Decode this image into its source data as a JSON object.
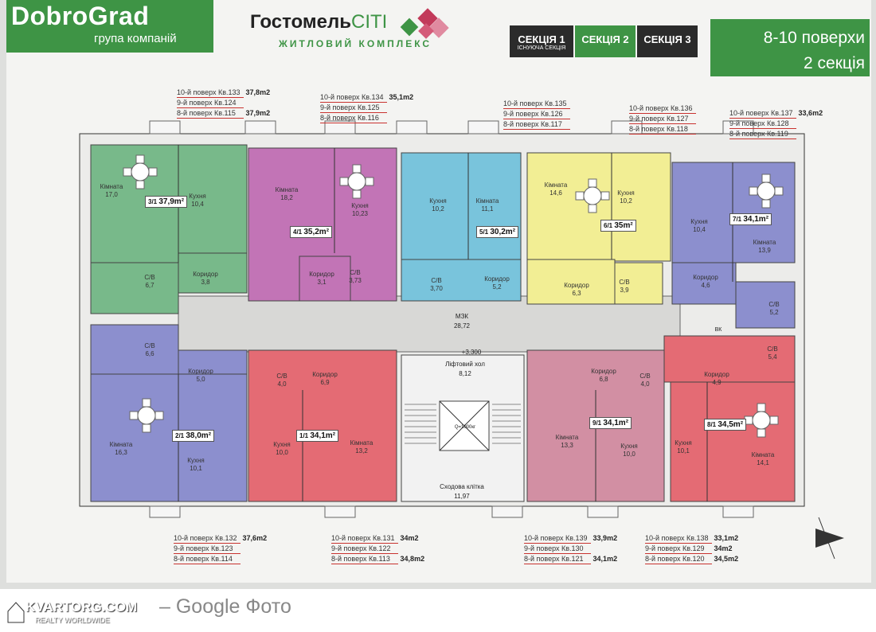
{
  "header": {
    "brand_name": "DobroGrad",
    "brand_sub": "група компаній",
    "project_name_a": "Гостомель",
    "project_name_b": "CITI",
    "project_sub": "ЖИТЛОВИЙ КОМПЛЕКС",
    "sections": [
      {
        "label": "СЕКЦІЯ 1",
        "sub": "ІСНУЮЧА СЕКЦІЯ",
        "color": "#2b2b2b"
      },
      {
        "label": "СЕКЦІЯ 2",
        "sub": "",
        "color": "#3e9445"
      },
      {
        "label": "СЕКЦІЯ 3",
        "sub": "",
        "color": "#2b2b2b"
      }
    ],
    "floors_line1": "8-10 поверхи",
    "floors_line2": "2 секція"
  },
  "colors": {
    "green": "#78b98a",
    "magenta": "#c274b6",
    "blue": "#79c4dc",
    "yellow": "#f2ee94",
    "purple": "#8c8fce",
    "red": "#e46b74",
    "pink": "#d28fa3",
    "corridor": "#d8d8d6",
    "accent": "#3e9445",
    "label_line": "#c9322f"
  },
  "apartment_labels": [
    {
      "lines": [
        "10-й поверх Кв.133",
        "9-й поверх Кв.124",
        "8-й поверх Кв.115"
      ],
      "areas": [
        "37,8m2",
        "",
        "37,9m2"
      ]
    },
    {
      "lines": [
        "10-й поверх Кв.134",
        "9-й поверх Кв.125",
        "8-й поверх Кв.116"
      ],
      "areas": [
        "35,1m2",
        "",
        ""
      ]
    },
    {
      "lines": [
        "10-й поверх Кв.135",
        "9-й поверх Кв.126",
        "8-й поверх Кв.117"
      ],
      "areas": [
        "",
        "",
        ""
      ]
    },
    {
      "lines": [
        "10-й поверх Кв.136",
        "9-й поверх Кв.127",
        "8-й поверх Кв.118"
      ],
      "areas": [
        "",
        "",
        ""
      ]
    },
    {
      "lines": [
        "10-й поверх Кв.137",
        "9-й поверх Кв.128",
        "8-й поверх Кв.119"
      ],
      "areas": [
        "33,6m2",
        "",
        ""
      ]
    },
    {
      "lines": [
        "10-й поверх Кв.132",
        "9-й поверх Кв.123",
        "8-й поверх Кв.114"
      ],
      "areas": [
        "37,6m2",
        "",
        ""
      ]
    },
    {
      "lines": [
        "10-й поверх Кв.131",
        "9-й поверх Кв.122",
        "8-й поверх Кв.113"
      ],
      "areas": [
        "34m2",
        "",
        "34,8m2"
      ]
    },
    {
      "lines": [
        "10-й поверх Кв.139",
        "9-й поверх Кв.130",
        "8-й поверх Кв.121"
      ],
      "areas": [
        "33,9m2",
        "",
        "34,1m2"
      ]
    },
    {
      "lines": [
        "10-й поверх Кв.138",
        "9-й поверх Кв.129",
        "8-й поверх Кв.120"
      ],
      "areas": [
        "33,1m2",
        "34m2",
        "34,5m2"
      ]
    }
  ],
  "rooms": [
    {
      "t": "Кімната",
      "v": "17,0"
    },
    {
      "t": "Кухня",
      "v": "10,4"
    },
    {
      "t": "С/В",
      "v": "6,7"
    },
    {
      "t": "Коридор",
      "v": "3,8"
    },
    {
      "t": "Кімната",
      "v": "18,2"
    },
    {
      "t": "Кухня",
      "v": "10,23"
    },
    {
      "t": "Коридор",
      "v": "3,1"
    },
    {
      "t": "С/В",
      "v": "3,73"
    },
    {
      "t": "Кухня",
      "v": "10,2"
    },
    {
      "t": "Кімната",
      "v": "11,1"
    },
    {
      "t": "С/В",
      "v": "3,70"
    },
    {
      "t": "Коридор",
      "v": "5,2"
    },
    {
      "t": "Кімната",
      "v": "14,6"
    },
    {
      "t": "Кухня",
      "v": "10,2"
    },
    {
      "t": "Коридор",
      "v": "6,3"
    },
    {
      "t": "С/В",
      "v": "3,9"
    },
    {
      "t": "Кухня",
      "v": "10,4"
    },
    {
      "t": "Кімната",
      "v": "13,9"
    },
    {
      "t": "Коридор",
      "v": "4,6"
    },
    {
      "t": "С/В",
      "v": "5,2"
    },
    {
      "t": "С/В",
      "v": "6,6"
    },
    {
      "t": "Коридор",
      "v": "5,0"
    },
    {
      "t": "Кімната",
      "v": "16,3"
    },
    {
      "t": "Кухня",
      "v": "10,1"
    },
    {
      "t": "С/В",
      "v": "4,0"
    },
    {
      "t": "Коридор",
      "v": "6,9"
    },
    {
      "t": "Кухня",
      "v": "10,0"
    },
    {
      "t": "Кімната",
      "v": "13,2"
    },
    {
      "t": "Коридор",
      "v": "6,8"
    },
    {
      "t": "С/В",
      "v": "4,0"
    },
    {
      "t": "Кімната",
      "v": "13,3"
    },
    {
      "t": "Кухня",
      "v": "10,0"
    },
    {
      "t": "С/В",
      "v": "5,4"
    },
    {
      "t": "Коридор",
      "v": "4,9"
    },
    {
      "t": "Кухня",
      "v": "10,1"
    },
    {
      "t": "Кімната",
      "v": "14,1"
    }
  ],
  "totals": [
    "37,9m²",
    "35,2m²",
    "30,2m²",
    "35m²",
    "34,1m²",
    "38,0m²",
    "34,1m²",
    "34,1m²",
    "34,5m²"
  ],
  "fractions": [
    "3/1",
    "4/1",
    "5/1",
    "6/1",
    "7/1",
    "2/1",
    "1/1",
    "9/1",
    "8/1"
  ],
  "common": {
    "mzk": "МЗК",
    "mzk_area": "28,72",
    "lift_hall": "Ліфтовий хол",
    "lift_hall_area": "8,12",
    "level": "+3,300",
    "stair": "Сходова клітка",
    "stair_area": "11,97",
    "lift_q": "Q=1000кг",
    "vk": "ВК"
  },
  "footer": {
    "text": "– Google Фото",
    "watermark": "KVARTORG.COM",
    "watermark_sub": "REALTY WORLDWIDE"
  }
}
